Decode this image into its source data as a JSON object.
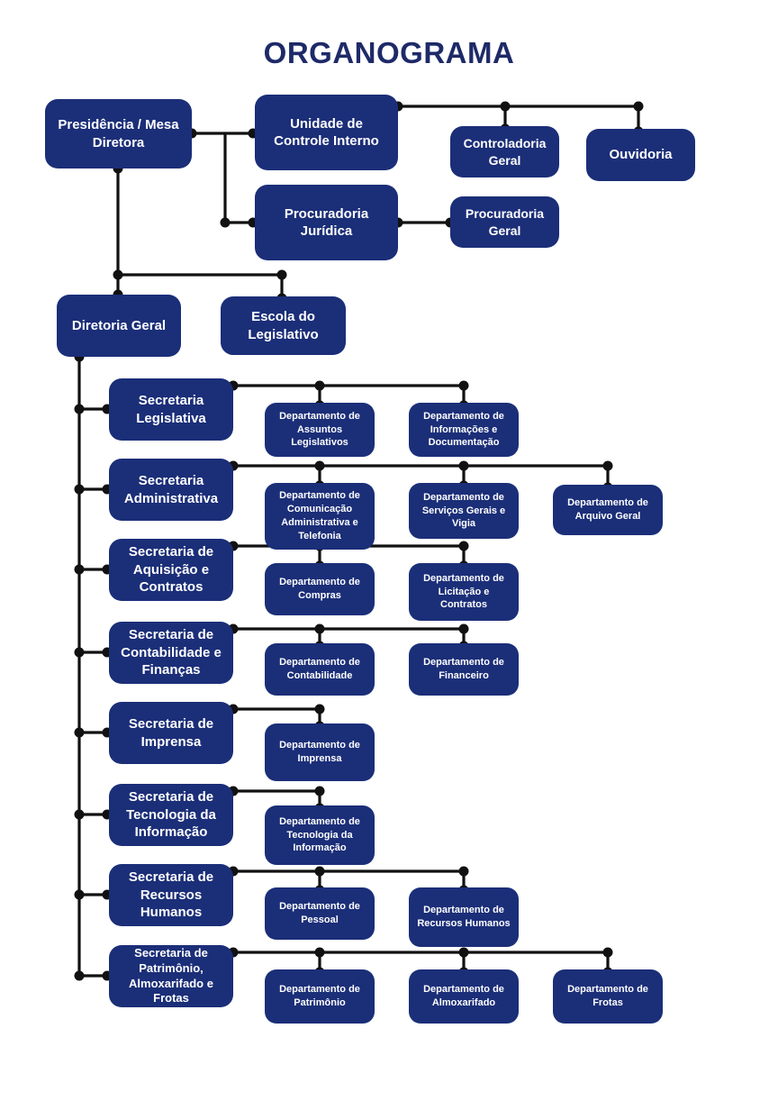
{
  "title": "ORGANOGRAMA",
  "nodes": {
    "presidencia": "Presidência / Mesa Diretora",
    "unidade_controle_interno": "Unidade de Controle Interno",
    "controladoria_geral": "Controladoria Geral",
    "ouvidoria": "Ouvidoria",
    "procuradoria_juridica": "Procuradoria Jurídica",
    "procuradoria_geral": "Procuradoria Geral",
    "diretoria_geral": "Diretoria Geral",
    "escola_legislativo": "Escola do Legislativo"
  },
  "secretarias": [
    {
      "label": "Secretaria Legislativa",
      "departments": [
        "Departamento de Assuntos Legislativos",
        "Departamento de Informações e Documentação"
      ]
    },
    {
      "label": "Secretaria Administrativa",
      "departments": [
        "Departamento de Comunicação Administrativa e Telefonia",
        "Departamento de Serviços Gerais e Vigia",
        "Departamento de Arquivo Geral"
      ]
    },
    {
      "label": "Secretaria de Aquisição e Contratos",
      "departments": [
        "Departamento de Compras",
        "Departamento de Licitação e Contratos"
      ]
    },
    {
      "label": "Secretaria de Contabilidade e Finanças",
      "departments": [
        "Departamento de Contabilidade",
        "Departamento de Financeiro"
      ]
    },
    {
      "label": "Secretaria de Imprensa",
      "departments": [
        "Departamento de Imprensa"
      ]
    },
    {
      "label": "Secretaria de Tecnologia da Informação",
      "departments": [
        "Departamento de Tecnologia da Informação"
      ]
    },
    {
      "label": "Secretaria de Recursos Humanos",
      "departments": [
        "Departamento de Pessoal",
        "Departamento de Recursos Humanos"
      ]
    },
    {
      "label": "Secretaria de Patrimônio, Almoxarifado e Frotas",
      "departments": [
        "Departamento de Patrimônio",
        "Departamento de Almoxarifado",
        "Departamento de Frotas"
      ]
    }
  ],
  "colors": {
    "box_fill": "#1b2e78",
    "title": "#1e2a68",
    "connector": "#111111"
  }
}
